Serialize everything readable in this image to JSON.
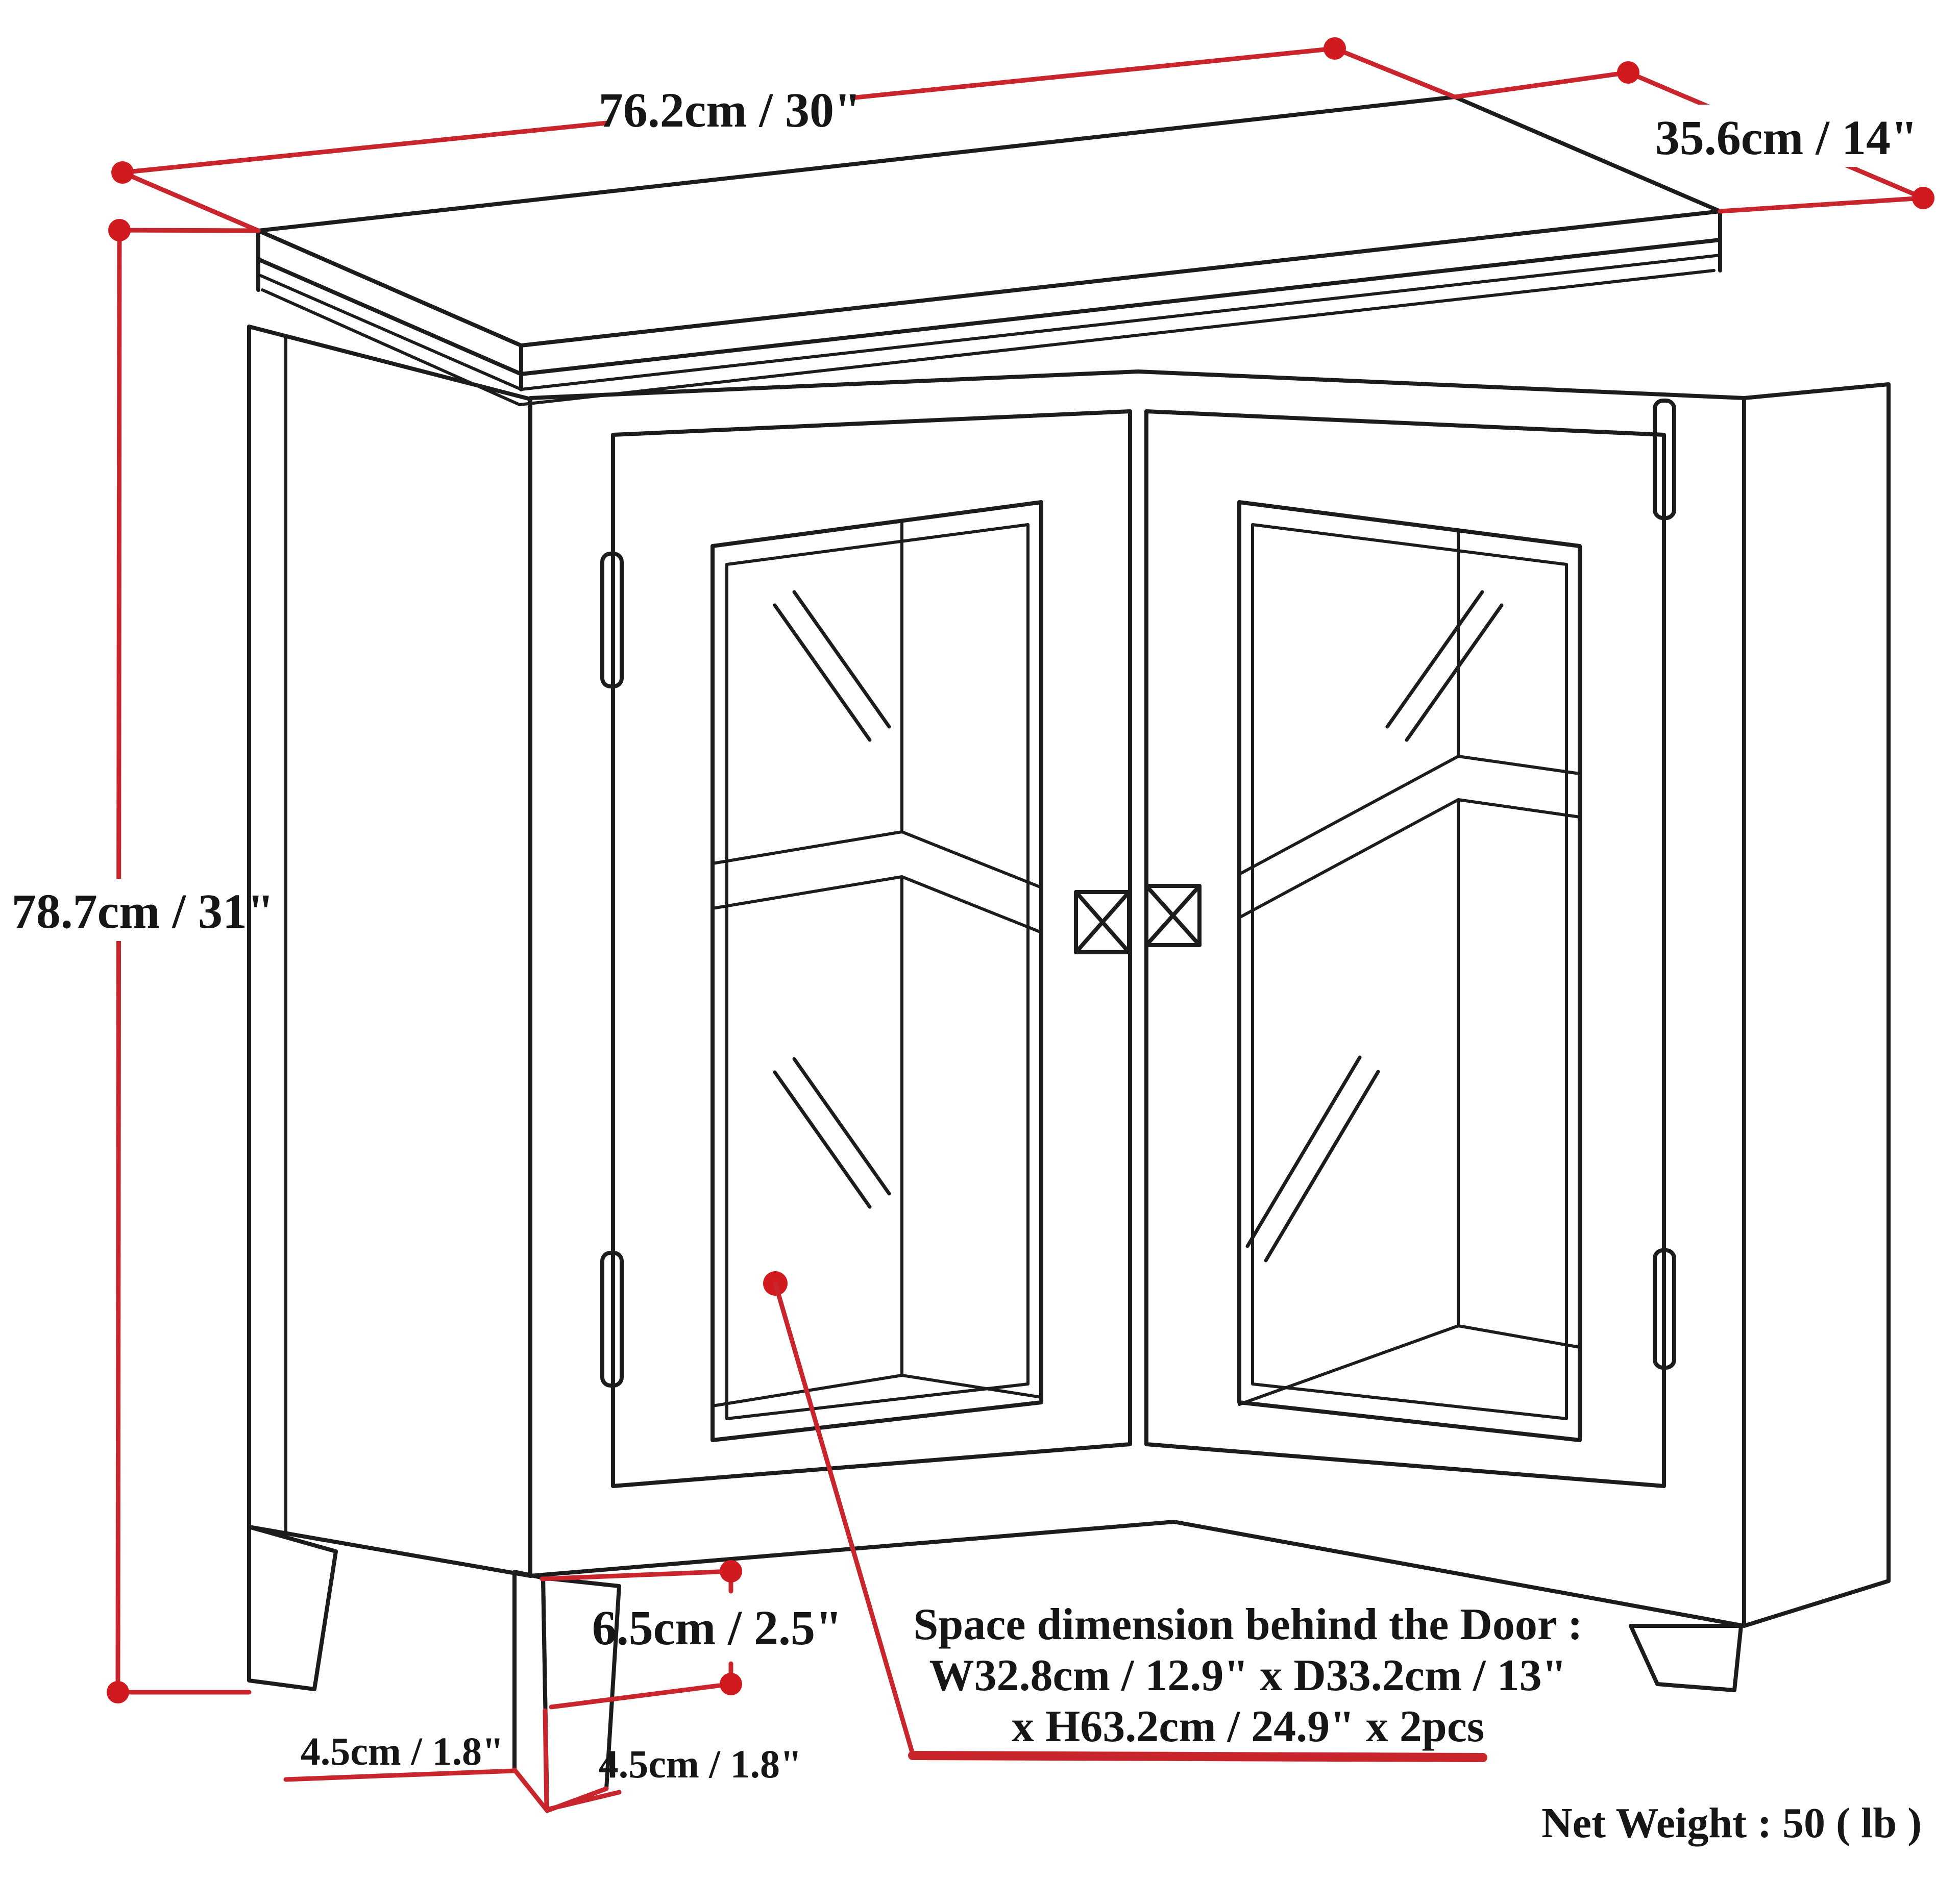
{
  "diagram": {
    "type": "furniture-dimension-drawing",
    "subject": "two glass door low storage cabinet",
    "colors": {
      "dimension_red": "#c8252c",
      "line_ink": "#1c1c1c",
      "background": "#ffffff"
    },
    "labels": {
      "width": "76.2cm / 30\"",
      "depth": "35.6cm / 14\"",
      "height": "78.7cm / 31\"",
      "leg_height": "6.5cm / 2.5\"",
      "leg_side": "4.5cm / 1.8\"",
      "leg_front": "4.5cm / 1.8\"",
      "space_line1": "Space dimension behind the Door :",
      "space_line2": "W32.8cm / 12.9\" x D33.2cm / 13\"",
      "space_line3": "x H63.2cm / 24.9\" x 2pcs",
      "net_weight": "Net Weight : 50 ( lb )"
    }
  }
}
